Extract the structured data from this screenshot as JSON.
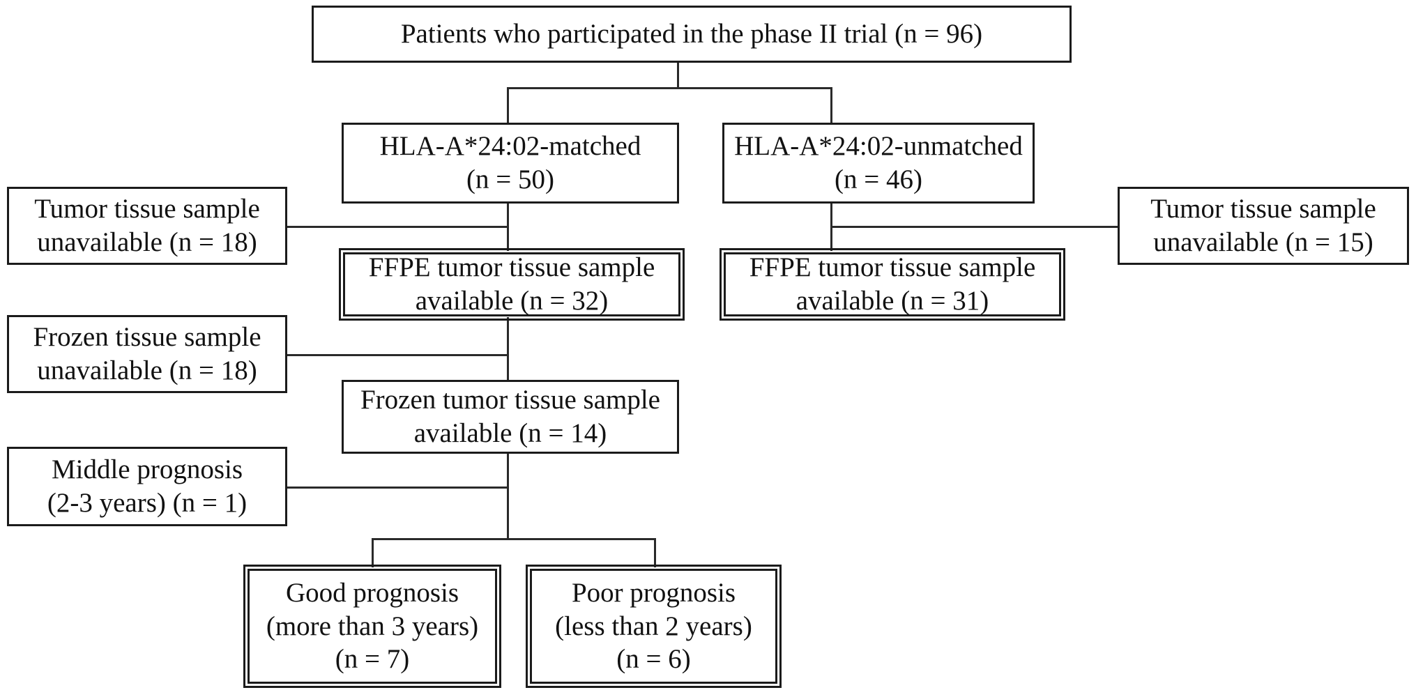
{
  "diagram": {
    "title": "Patient flow diagram of the phase II trial sample availability",
    "type": "flowchart",
    "background_color": "#ffffff",
    "line_color": "#2a2a2a",
    "border_color": "#1b1b1b",
    "nodes": {
      "root": {
        "label": "Patients who participated in the phase II trial (n = 96)",
        "n": 96,
        "border": "single"
      },
      "matched": {
        "label": "HLA-A*24:02-matched\n(n = 50)",
        "n": 50,
        "border": "single"
      },
      "unmatched": {
        "label": "HLA-A*24:02-unmatched\n(n = 46)",
        "n": 46,
        "border": "single"
      },
      "tumor_unavailable_left": {
        "label": "Tumor tissue sample\nunavailable (n = 18)",
        "n": 18,
        "border": "single"
      },
      "tumor_unavailable_right": {
        "label": "Tumor tissue sample\nunavailable (n = 15)",
        "n": 15,
        "border": "single"
      },
      "ffpe_left": {
        "label": "FFPE tumor tissue sample\navailable (n = 32)",
        "n": 32,
        "border": "double"
      },
      "ffpe_right": {
        "label": "FFPE tumor tissue sample\navailable (n = 31)",
        "n": 31,
        "border": "double"
      },
      "frozen_unavailable": {
        "label": "Frozen tissue sample\nunavailable (n = 18)",
        "n": 18,
        "border": "single"
      },
      "frozen_available": {
        "label": "Frozen tumor tissue sample\navailable (n = 14)",
        "n": 14,
        "border": "single"
      },
      "middle_prognosis": {
        "label": "Middle prognosis\n(2-3 years)  (n = 1)",
        "n": 1,
        "border": "single"
      },
      "good_prognosis": {
        "label": "Good prognosis\n(more than 3 years)\n(n = 7)",
        "n": 7,
        "border": "double"
      },
      "poor_prognosis": {
        "label": "Poor prognosis\n(less than 2 years)\n(n = 6)",
        "n": 6,
        "border": "double"
      }
    }
  }
}
